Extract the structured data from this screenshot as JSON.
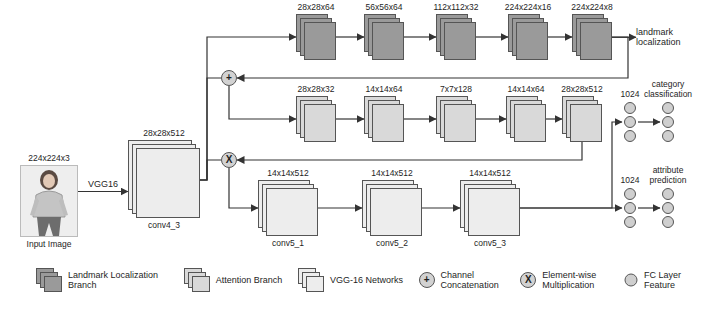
{
  "diagram": {
    "nodes": [
      {
        "text": [
          "224x224x3",
          "Input Image"
        ]
      },
      {
        "text": [
          "28x28x512",
          "conv4_3"
        ]
      },
      {
        "text": [
          "28x28x64"
        ]
      },
      {
        "text": [
          "56x56x64"
        ]
      },
      {
        "text": [
          "112x112x32"
        ]
      },
      {
        "text": [
          "224x224x16"
        ]
      },
      {
        "text": [
          "224x224x8"
        ]
      },
      {
        "text": [
          "landmark localization"
        ]
      },
      {
        "text": [
          "+"
        ]
      },
      {
        "text": [
          "28x28x32"
        ]
      },
      {
        "text": [
          "14x14x64"
        ]
      },
      {
        "text": [
          "7x7x128"
        ]
      },
      {
        "text": [
          "14x14x64"
        ]
      },
      {
        "text": [
          "28x28x512"
        ]
      },
      {
        "text": [
          "X"
        ]
      },
      {
        "text": [
          "14x14x512",
          "conv5_1"
        ]
      },
      {
        "text": [
          "14x14x512",
          "conv5_2"
        ]
      },
      {
        "text": [
          "14x14x512",
          "conv5_3"
        ]
      },
      {
        "text": [
          "1024"
        ]
      },
      {
        "text": [
          "category classification"
        ]
      },
      {
        "text": [
          "1024"
        ]
      },
      {
        "text": [
          "attribute prediction"
        ]
      }
    ],
    "edges": [
      {
        "from": 0,
        "to": 1,
        "arrow": "to",
        "label": "VGG16"
      },
      {
        "from": 1,
        "to": 2,
        "arrow": "to"
      },
      {
        "from": 2,
        "to": 3,
        "arrow": "to"
      },
      {
        "from": 3,
        "to": 4,
        "arrow": "to"
      },
      {
        "from": 4,
        "to": 5,
        "arrow": "to"
      },
      {
        "from": 5,
        "to": 6,
        "arrow": "to"
      },
      {
        "from": 6,
        "to": 7,
        "arrow": "to"
      },
      {
        "from": 6,
        "to": 8,
        "arrow": "to"
      },
      {
        "from": 1,
        "to": 8,
        "arrow": "none"
      },
      {
        "from": 8,
        "to": 9,
        "arrow": "to"
      },
      {
        "from": 9,
        "to": 10,
        "arrow": "to"
      },
      {
        "from": 10,
        "to": 11,
        "arrow": "to"
      },
      {
        "from": 11,
        "to": 12,
        "arrow": "to"
      },
      {
        "from": 12,
        "to": 13,
        "arrow": "to"
      },
      {
        "from": 13,
        "to": 14,
        "arrow": "to"
      },
      {
        "from": 1,
        "to": 14,
        "arrow": "none"
      },
      {
        "from": 14,
        "to": 15,
        "arrow": "to"
      },
      {
        "from": 15,
        "to": 16,
        "arrow": "to"
      },
      {
        "from": 16,
        "to": 17,
        "arrow": "to"
      },
      {
        "from": 17,
        "to": 18,
        "arrow": "to"
      },
      {
        "from": 17,
        "to": 20,
        "arrow": "to"
      },
      {
        "from": 18,
        "to": 19,
        "arrow": "to"
      },
      {
        "from": 20,
        "to": 21,
        "arrow": "to"
      }
    ],
    "labels": [
      "+",
      "X"
    ],
    "legend": [
      {
        "text": "Landmark Localization Branch",
        "color": "#9a9a9a"
      },
      {
        "text": "Attention Branch",
        "color": "#d9d9d9"
      },
      {
        "text": "VGG-16 Networks",
        "color": "#ededed"
      },
      {
        "text": "Channel Concatenation"
      },
      {
        "text": "Element-wise Multiplication"
      },
      {
        "text": "FC Layer Feature"
      }
    ]
  }
}
